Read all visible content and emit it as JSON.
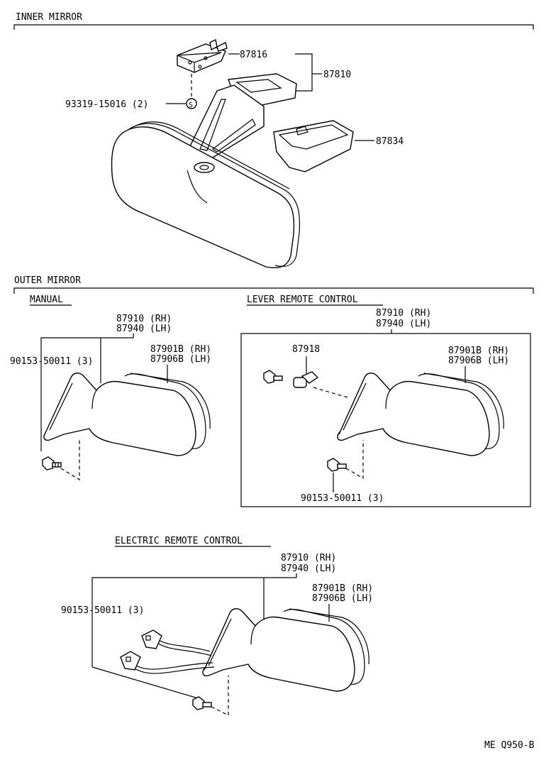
{
  "sections": {
    "inner_mirror": "INNER MIRROR",
    "outer_mirror": "OUTER MIRROR",
    "manual": "MANUAL",
    "lever_remote": "LEVER REMOTE CONTROL",
    "electric_remote": "ELECTRIC REMOTE CONTROL"
  },
  "inner_parts": {
    "p87816": "87816",
    "p87810": "87810",
    "p93319": "93319-15016 (2)",
    "s_mark": "S",
    "p87834": "87834"
  },
  "manual_parts": {
    "p87910": "87910 (RH)",
    "p87940": "87940 (LH)",
    "p87901b": "87901B (RH)",
    "p87906b": "87906B (LH)",
    "p90153": "90153-50011 (3)"
  },
  "lever_parts": {
    "p87910": "87910 (RH)",
    "p87940": "87940 (LH)",
    "p87918": "87918",
    "p87901b": "87901B (RH)",
    "p87906b": "87906B (LH)",
    "p90153": "90153-50011 (3)"
  },
  "electric_parts": {
    "p87910": "87910 (RH)",
    "p87940": "87940 (LH)",
    "p87901b": "87901B (RH)",
    "p87906b": "87906B (LH)",
    "p90153": "90153-50011 (3)"
  },
  "footer_code": "ME Q950-B"
}
